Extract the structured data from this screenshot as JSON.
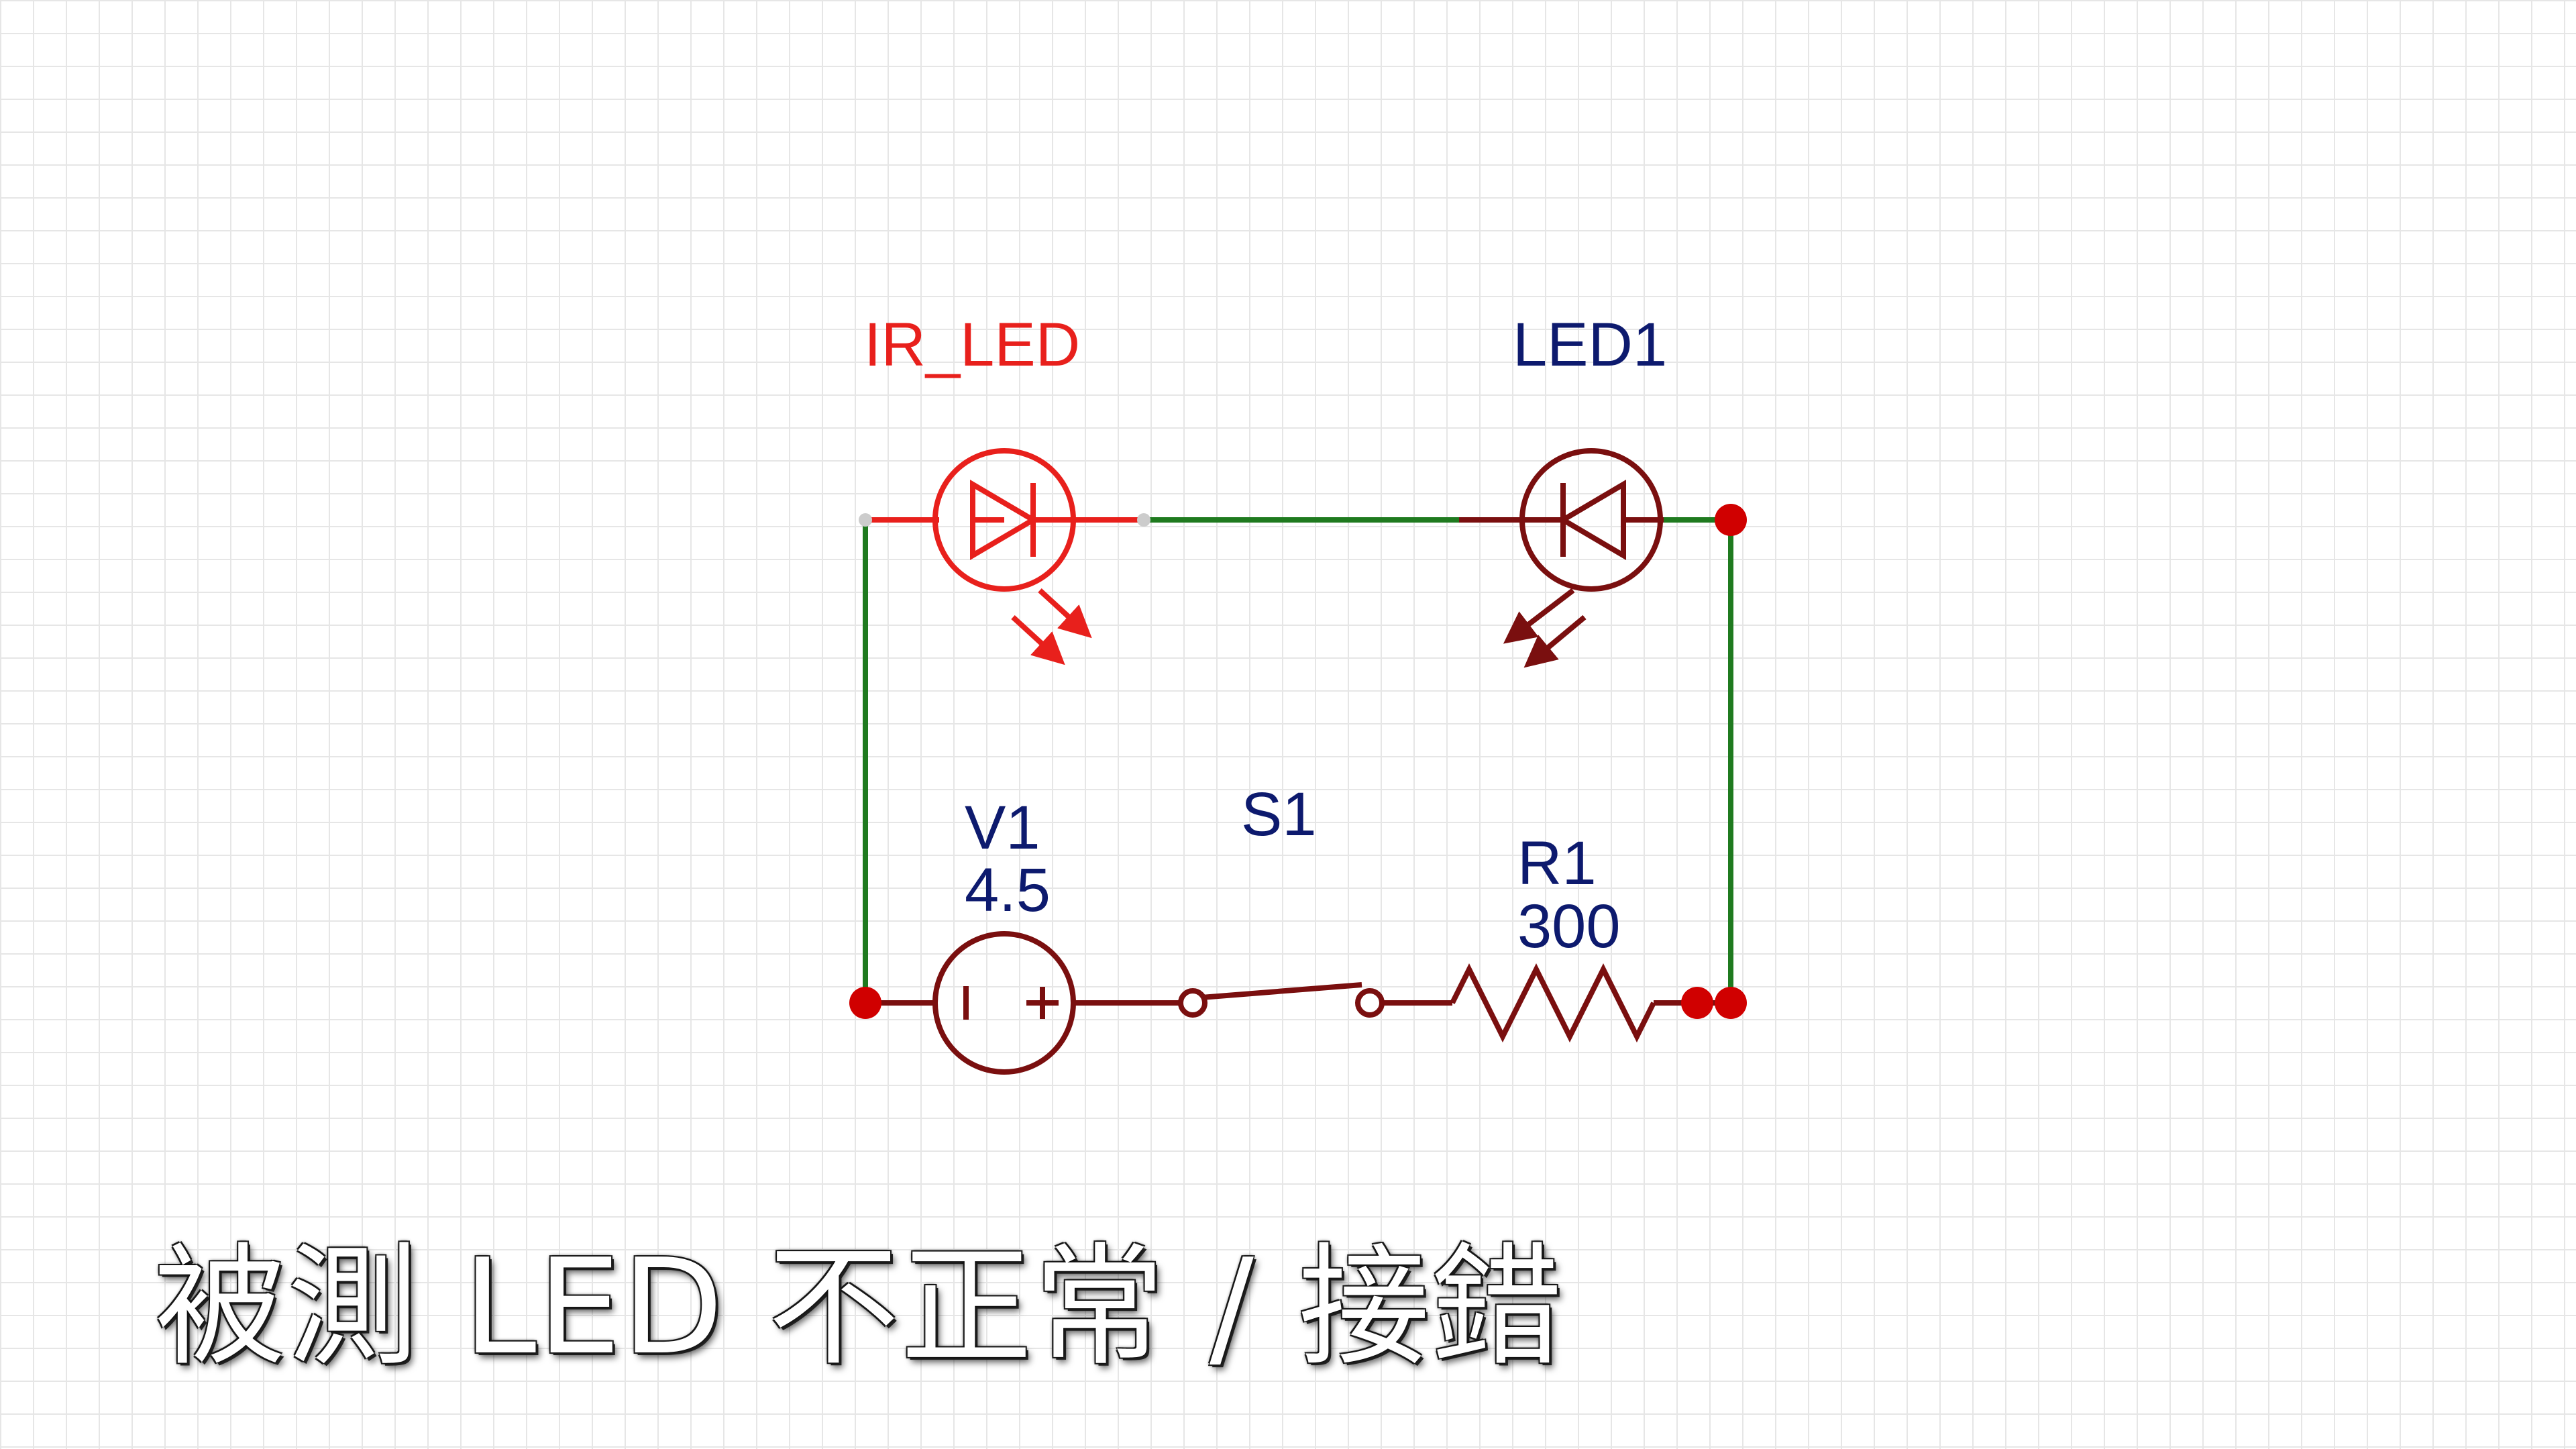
{
  "components": {
    "ir_led": {
      "ref": "IR_LED"
    },
    "led1": {
      "ref": "LED1"
    },
    "v1": {
      "ref": "V1",
      "value": "4.5"
    },
    "s1": {
      "ref": "S1"
    },
    "r1": {
      "ref": "R1",
      "value": "300"
    }
  },
  "caption": "被測 LED 不正常 / 接錯",
  "colors": {
    "wire": "#1f7a1f",
    "ir_led": "#e8201c",
    "component": "#7a0f0f",
    "label": "#0d1a6e",
    "node": "#d00000"
  }
}
